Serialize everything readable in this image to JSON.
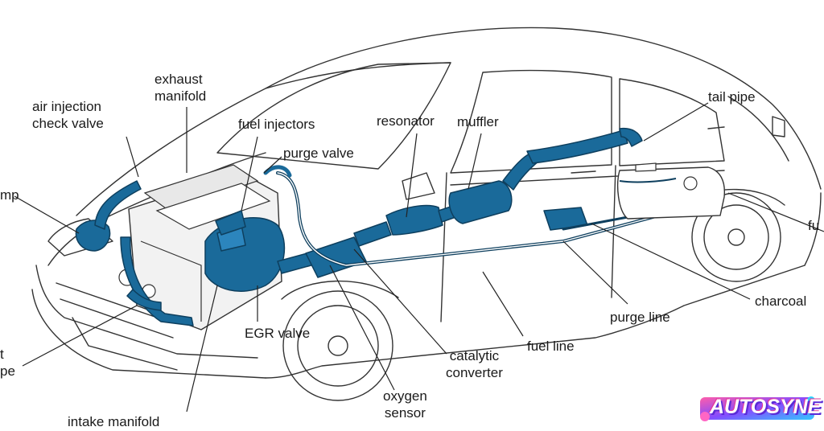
{
  "labels": {
    "air_injection_check_valve": "air injection\ncheck valve",
    "exhaust_manifold": "exhaust\nmanifold",
    "fuel_injectors": "fuel injectors",
    "purge_valve": "purge valve",
    "resonator": "resonator",
    "muffler": "muffler",
    "tail_pipe": "tail pipe",
    "pump": "mp",
    "fuel_tank": "fu",
    "charcoal": "charcoal",
    "purge_line": "purge line",
    "fuel_line": "fuel line",
    "catalytic_converter": "catalytic\nconverter",
    "oxygen_sensor": "oxygen\nsensor",
    "egr_valve": "EGR valve",
    "intake_manifold": "intake manifold",
    "left_partial": "t\npe"
  },
  "brand": {
    "name": "AUTOSYNE"
  },
  "colors": {
    "highlight": "#1a6a9a",
    "highlight_dark": "#0e3f5e",
    "outline": "#333333",
    "leader": "#222222"
  }
}
